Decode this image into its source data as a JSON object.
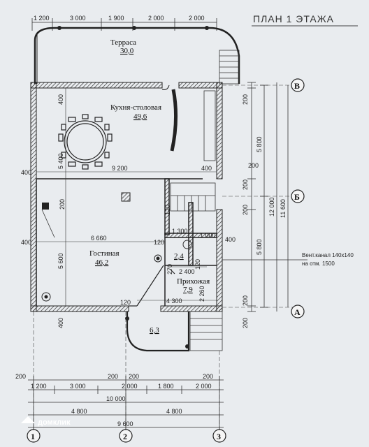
{
  "title": "ПЛАН 1 ЭТАЖА",
  "rooms": {
    "terrace": {
      "name": "Терраса",
      "area": "30,0"
    },
    "kitchen": {
      "name": "Кухня-столовая",
      "area": "49,6"
    },
    "living": {
      "name": "Гостиная",
      "area": "46,2"
    },
    "hall": {
      "name": "Прихожая",
      "area": "7,9"
    },
    "bath": {
      "area": "2,4"
    },
    "porch": {
      "area": "6,3"
    }
  },
  "top_dims": [
    "1 200",
    "3 000",
    "1 900",
    "2 000",
    "2 000"
  ],
  "bottom_dims": {
    "walls": [
      "200",
      "200",
      "200",
      "200"
    ],
    "row1": [
      "1 200",
      "3 000",
      "2 000",
      "1 800",
      "2 000"
    ],
    "total_row": "10 000",
    "axis_dims": [
      "4 800",
      "4 800"
    ],
    "overall": "9 600"
  },
  "right_dims": {
    "walls_top": "200",
    "seg_upper": "5 800",
    "seg_lower": "5 800",
    "walls_mid_a": "200",
    "walls_mid_b": "200",
    "walls_bottom_a": "200",
    "walls_bottom_b": "200",
    "total_a": "12 000",
    "total_b": "11 600"
  },
  "left_dims": {
    "k400a": "400",
    "k5400": "5 400",
    "w400": "400",
    "g200": "200",
    "w400b": "400",
    "g5600": "5 600",
    "b400": "400"
  },
  "interior_dims": {
    "d9200": "9 200",
    "d400r": "400",
    "d200_stair": "200",
    "d6660": "6 660",
    "d120a": "120",
    "d120b": "120",
    "d1300": "1 300",
    "d1000": "1 000",
    "d400b": "400",
    "d2400": "2 400",
    "d120c": "120",
    "d270": "270",
    "d2260": "2 260",
    "d4300": "4 300",
    "d120d": "120",
    "d400bl": "400"
  },
  "axes": {
    "v_top": "В",
    "v_mid": "Б",
    "v_bot": "А",
    "h1": "1",
    "h2": "2",
    "h3": "3"
  },
  "notes": {
    "vent1": "Вент.канал 140х140",
    "vent2": "на отм. 1500"
  },
  "watermark": "домклик"
}
